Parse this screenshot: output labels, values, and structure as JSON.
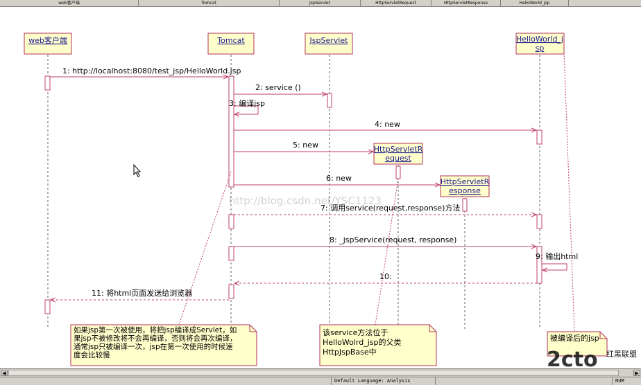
{
  "header": {
    "columns": [
      "web客户端",
      "Tomcat",
      "JspServlet",
      "HttpServletRequest",
      "HttpServletResponse",
      "HelloWorld_jsp"
    ]
  },
  "lifelines": [
    {
      "id": "web",
      "label": "web客户端"
    },
    {
      "id": "tomcat",
      "label": "Tomcat"
    },
    {
      "id": "jspservlet",
      "label": "JspServlet"
    },
    {
      "id": "request",
      "label_line1": "HttpServletR",
      "label_line2": "equest"
    },
    {
      "id": "response",
      "label_line1": "HttpServletR",
      "label_line2": "esponse"
    },
    {
      "id": "helloworld",
      "label_line1": "HelloWorld_j",
      "label_line2": "sp"
    }
  ],
  "messages": [
    {
      "label": "1: http://localhost:8080/test_jsp/HelloWorld.jsp"
    },
    {
      "label": "2: service ()"
    },
    {
      "label": "3: 编译jsp"
    },
    {
      "label": "4: new"
    },
    {
      "label": "5: new"
    },
    {
      "label": "6: new"
    },
    {
      "label": "7: 调用service(request,response)方法"
    },
    {
      "label": "8: _jspService(request, response)"
    },
    {
      "label": "9: 输出html"
    },
    {
      "label": "10:"
    },
    {
      "label": "11: 将html页面发送给浏览器"
    }
  ],
  "notes": [
    {
      "lines": [
        "如果jsp第一次被使用，将把jsp编译成Servlet，如",
        "果jsp不被修改将不会再编译，否则将会再次编译，",
        "通常jsp只被编译一次，jsp在第一次使用的时候速",
        "度会比较慢"
      ]
    },
    {
      "lines": [
        "该service方法位于",
        "HelloWolrd_jsp的父类",
        "HttpJspBase中"
      ]
    },
    {
      "lines": [
        "被编译后的jsp"
      ]
    }
  ],
  "watermark": "http://blog.csdn.net/YSC1123",
  "statusbar": {
    "language": "Default Language: Analysis",
    "right": "NUM"
  },
  "logo": {
    "text": "2cto",
    "suffix": "红黑联盟"
  },
  "colors": {
    "line": "#c0406a",
    "box_fill": "#ffffcc",
    "box_border": "#b0305a",
    "note_fill": "#ffffcc"
  }
}
